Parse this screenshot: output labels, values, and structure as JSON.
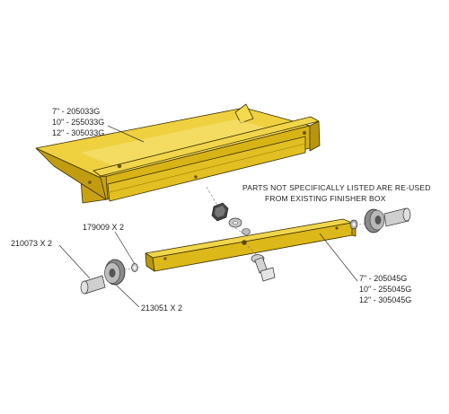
{
  "note": {
    "line1": "PARTS NOT SPECIFICALLY LISTED ARE RE-USED",
    "line2": "FROM EXISTING FINISHER BOX"
  },
  "callouts": {
    "top_plate": [
      "7\" - 205033G",
      "10\" - 255033G",
      "12\" - 305033G"
    ],
    "lower_bar": [
      "7\" - 205045G",
      "10\" - 255045G",
      "12\" - 305045G"
    ],
    "washer": "179009 X 2",
    "shaft": "210073 X 2",
    "bearing": "213051 X 2"
  },
  "colors": {
    "part_yellow": "#e6c21e",
    "part_yellow_dark": "#b8950c",
    "part_yellow_light": "#f3db4d",
    "hardware_gray": "#b9b9b9",
    "outline": "#3a3000"
  }
}
